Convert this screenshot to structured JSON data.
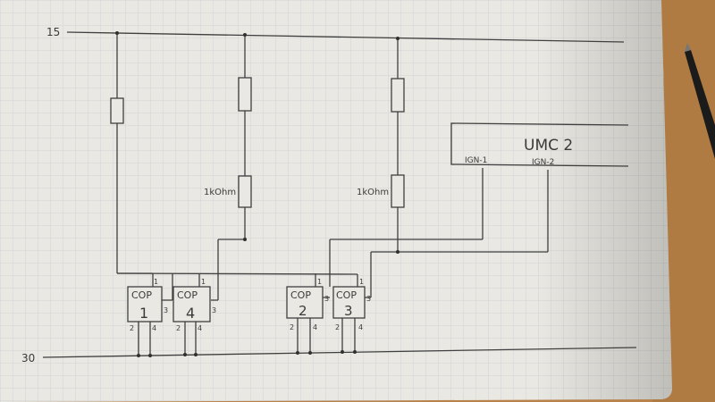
{
  "rails": {
    "top": "15",
    "bottom": "30"
  },
  "resistors": [
    {
      "label": ""
    },
    {
      "label": ""
    },
    {
      "label": ""
    },
    {
      "label": "1kOhm"
    },
    {
      "label": "1kOhm"
    }
  ],
  "umc": {
    "title": "UMC 2",
    "pin_left": "IGN-1",
    "pin_right": "IGN-2"
  },
  "cops": [
    {
      "name": "COP",
      "number": "1",
      "pin1": "1",
      "pin2": "2",
      "pin3": "3",
      "pin4": "4"
    },
    {
      "name": "COP",
      "number": "4",
      "pin1": "1",
      "pin2": "2",
      "pin3": "3",
      "pin4": "4"
    },
    {
      "name": "COP",
      "number": "2",
      "pin1": "1",
      "pin2": "2",
      "pin3": "3",
      "pin4": "4"
    },
    {
      "name": "COP",
      "number": "3",
      "pin1": "1",
      "pin2": "2",
      "pin3": "3",
      "pin4": "4"
    }
  ],
  "colors": {
    "paper": "#e9e8e2",
    "grid": "#c9cdd2",
    "ink": "#3f3f3f",
    "table": "#b9824a"
  }
}
